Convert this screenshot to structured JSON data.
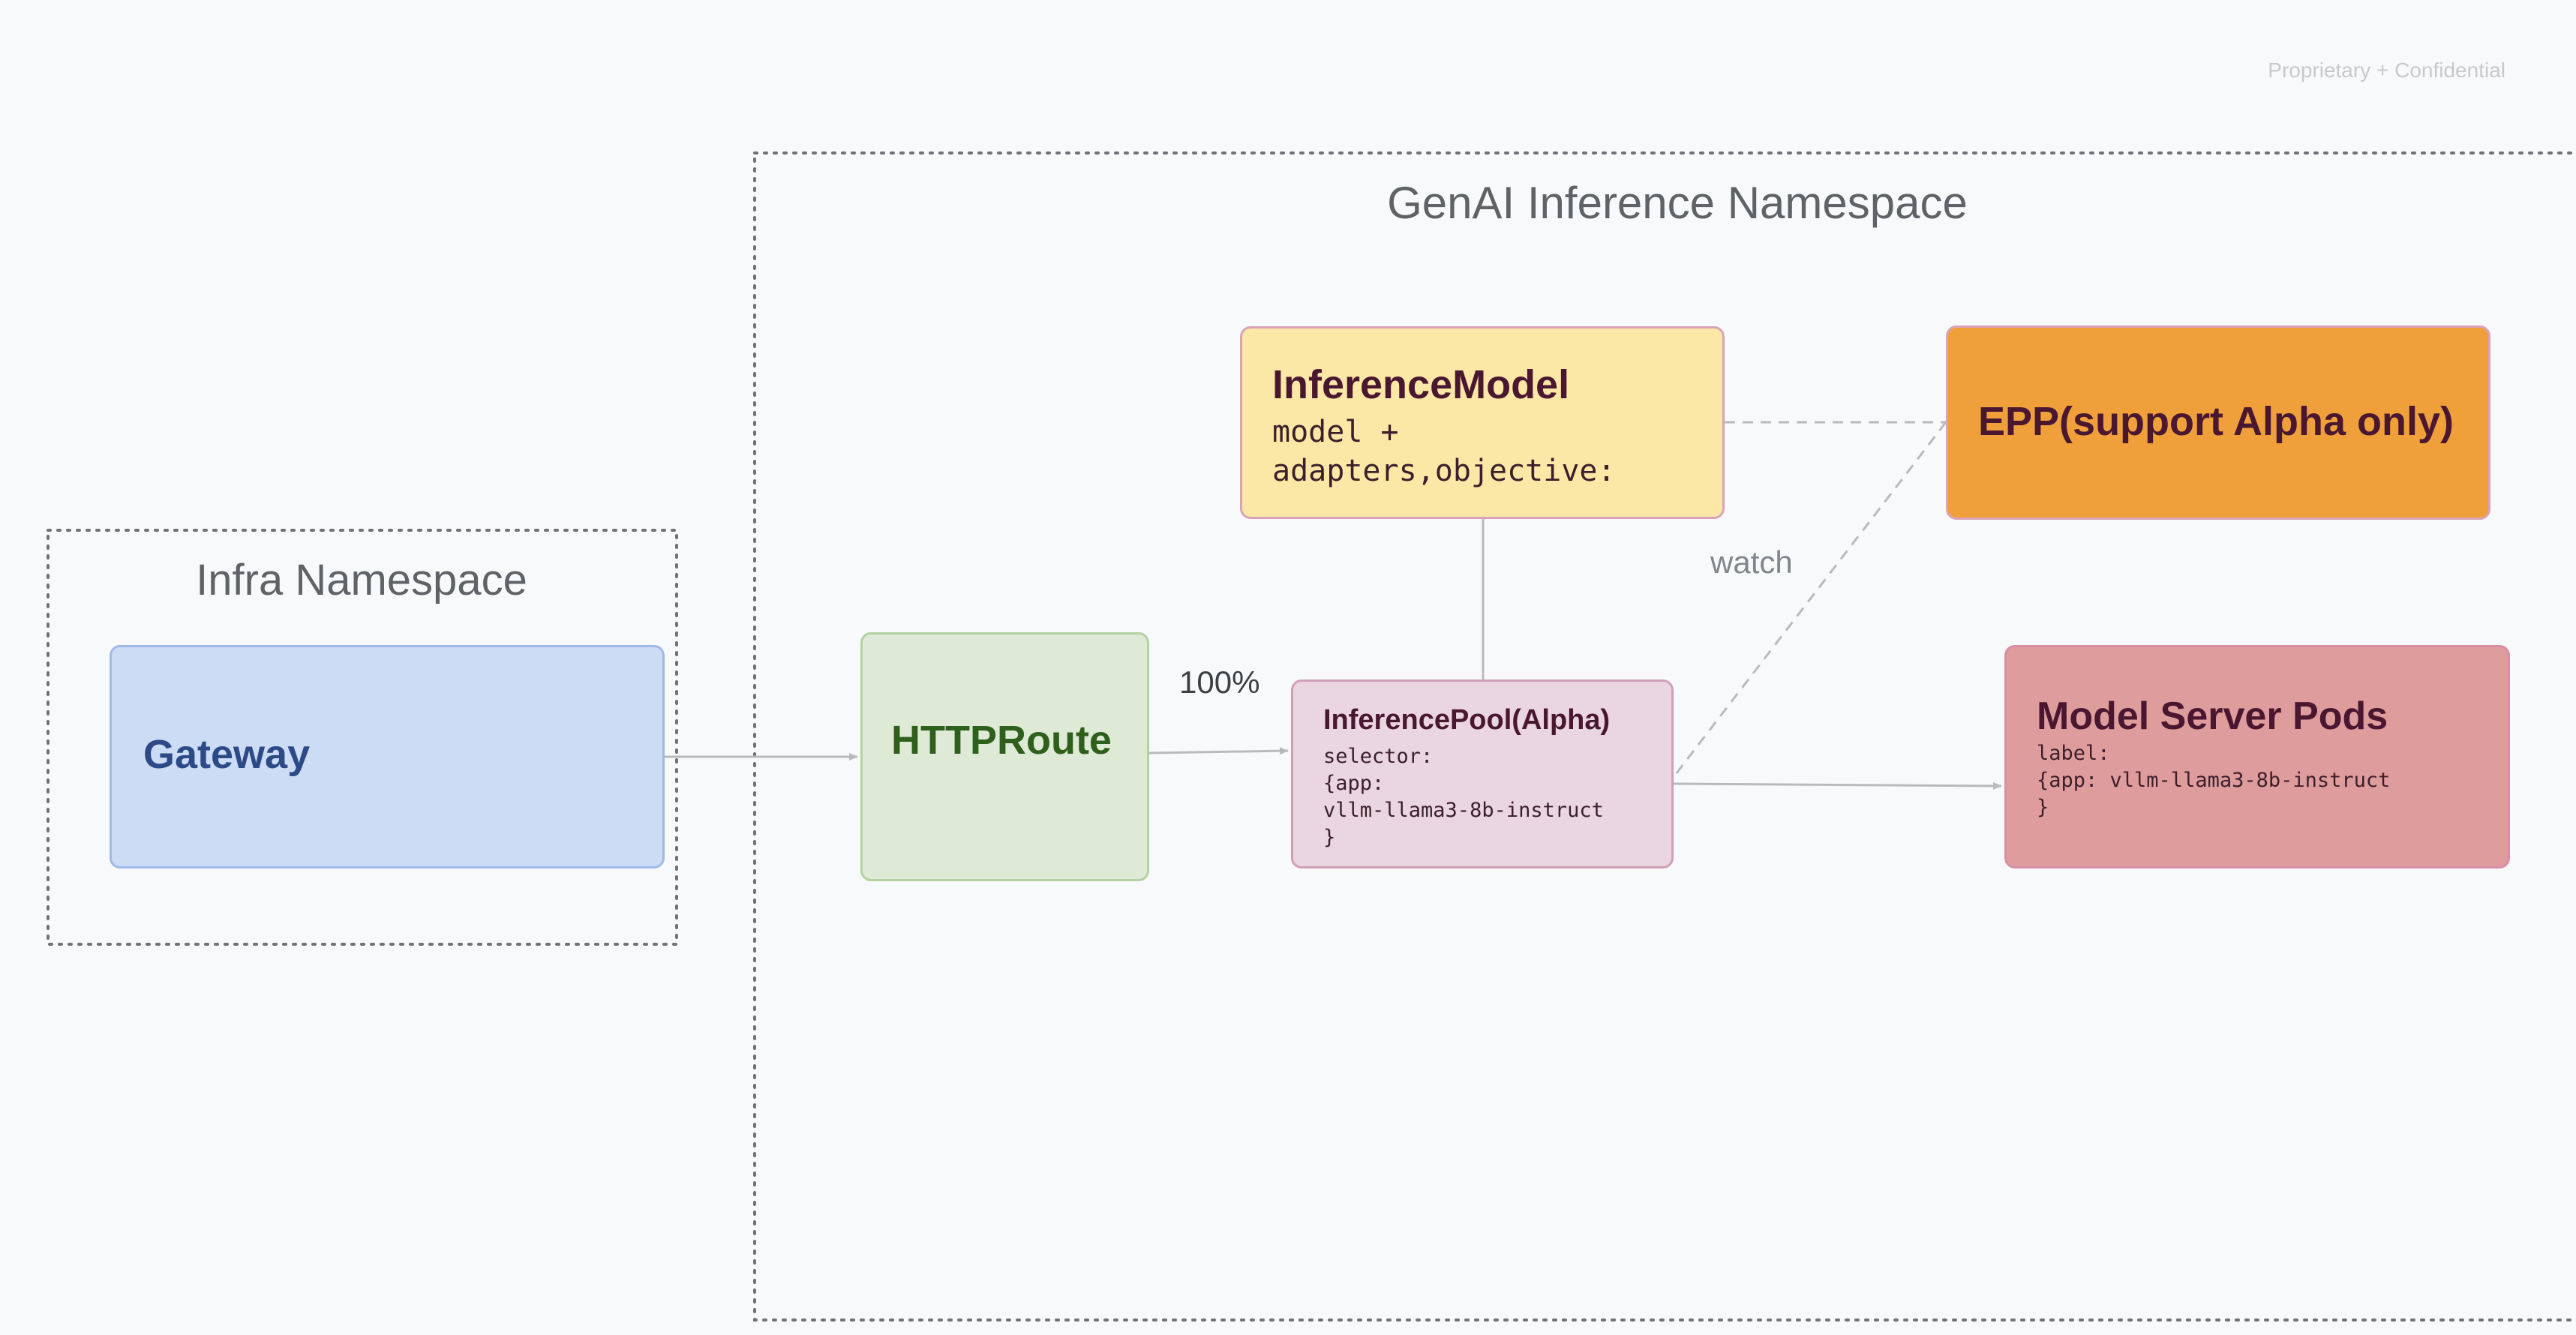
{
  "header": {
    "confidential": "Proprietary + Confidential"
  },
  "namespaces": {
    "infra": "Infra Namespace",
    "genai": "GenAI Inference Namespace"
  },
  "nodes": {
    "gateway": {
      "title": "Gateway"
    },
    "httproute": {
      "title": "HTTPRoute"
    },
    "inference_model": {
      "title": "InferenceModel",
      "body": "model +\nadapters,objective:"
    },
    "inference_pool": {
      "title": "InferencePool(Alpha)",
      "body": "selector:\n{app:\nvllm-llama3-8b-instruct\n}"
    },
    "epp": {
      "title": "EPP(support Alpha only)"
    },
    "model_server_pods": {
      "title": "Model Server Pods",
      "body": "label:\n{app: vllm-llama3-8b-instruct\n}"
    }
  },
  "edges": {
    "route_weight": "100%",
    "watch": "watch"
  },
  "colors": {
    "background": "#f8f9fa",
    "gateway": "#cddcf5",
    "httproute": "#dfead6",
    "inference_model": "#fce8a6",
    "inference_pool": "#ead6e0",
    "epp": "#f0a03b",
    "model_server_pods": "#df9c9c",
    "connector": "#b8babd"
  }
}
